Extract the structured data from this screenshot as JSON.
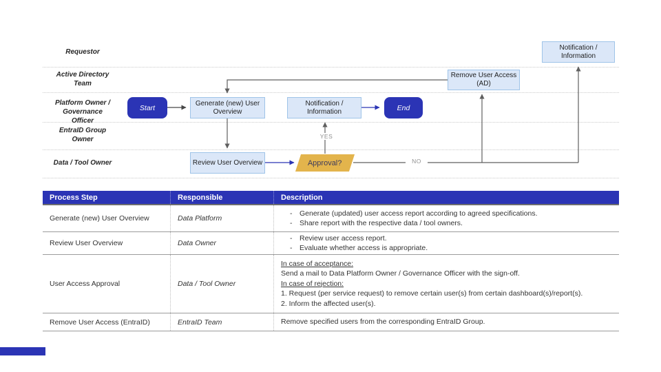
{
  "colors": {
    "navy": "#2b34b5",
    "node_fill": "#dbe7f8",
    "node_border": "#9ec3e8",
    "gold": "#e3b44c",
    "connector_gray": "#5f5f5f",
    "edge_label_gray": "#909090"
  },
  "diagram": {
    "lanes": [
      {
        "label": "Requestor"
      },
      {
        "label": "Active Directory Team"
      },
      {
        "label": "Platform Owner / Governance Officer"
      },
      {
        "label": "EntraID Group Owner"
      },
      {
        "label": "Data / Tool Owner"
      }
    ],
    "nodes": {
      "start": {
        "label": "Start"
      },
      "generate": {
        "label": "Generate (new) User Overview"
      },
      "notification_platform": {
        "label": "Notification / Information"
      },
      "end": {
        "label": "End"
      },
      "review": {
        "label": "Review User Overview"
      },
      "approval": {
        "label": "Approval?"
      },
      "remove_ad": {
        "label": "Remove User Access (AD)"
      },
      "notification_requestor": {
        "label": "Notification / Information"
      }
    },
    "edge_labels": {
      "yes": "YES",
      "no": "NO"
    }
  },
  "table": {
    "headers": [
      "Process Step",
      "Responsible",
      "Description"
    ],
    "bullet_marker": "-",
    "rows": [
      {
        "step": "Generate (new) User Overview",
        "responsible": "Data Platform",
        "description": [
          {
            "style": "bullet",
            "text": "Generate (updated) user access report according to agreed specifications."
          },
          {
            "style": "bullet",
            "text": "Share report with the respective data / tool owners."
          }
        ]
      },
      {
        "step": "Review User Overview",
        "responsible": "Data Owner",
        "description": [
          {
            "style": "bullet",
            "text": "Review user access report."
          },
          {
            "style": "bullet",
            "text": "Evaluate whether access is appropriate."
          }
        ]
      },
      {
        "step": "User Access Approval",
        "responsible": "Data / Tool Owner",
        "description": [
          {
            "style": "underline",
            "text": "In case of acceptance:"
          },
          {
            "style": "plain",
            "text": "Send a mail to Data Platform Owner / Governance Officer with the sign-off."
          },
          {
            "style": "underline",
            "text": "In case of rejection:"
          },
          {
            "style": "plain",
            "text": "1. Request (per service request) to remove certain user(s) from certain dashboard(s)/report(s)."
          },
          {
            "style": "plain",
            "text": "2. Inform the affected user(s)."
          }
        ]
      },
      {
        "step": "Remove User Access (EntraID)",
        "responsible": "EntraID Team",
        "description": [
          {
            "style": "plain",
            "text": "Remove specified users from the corresponding EntraID Group."
          }
        ]
      }
    ]
  }
}
